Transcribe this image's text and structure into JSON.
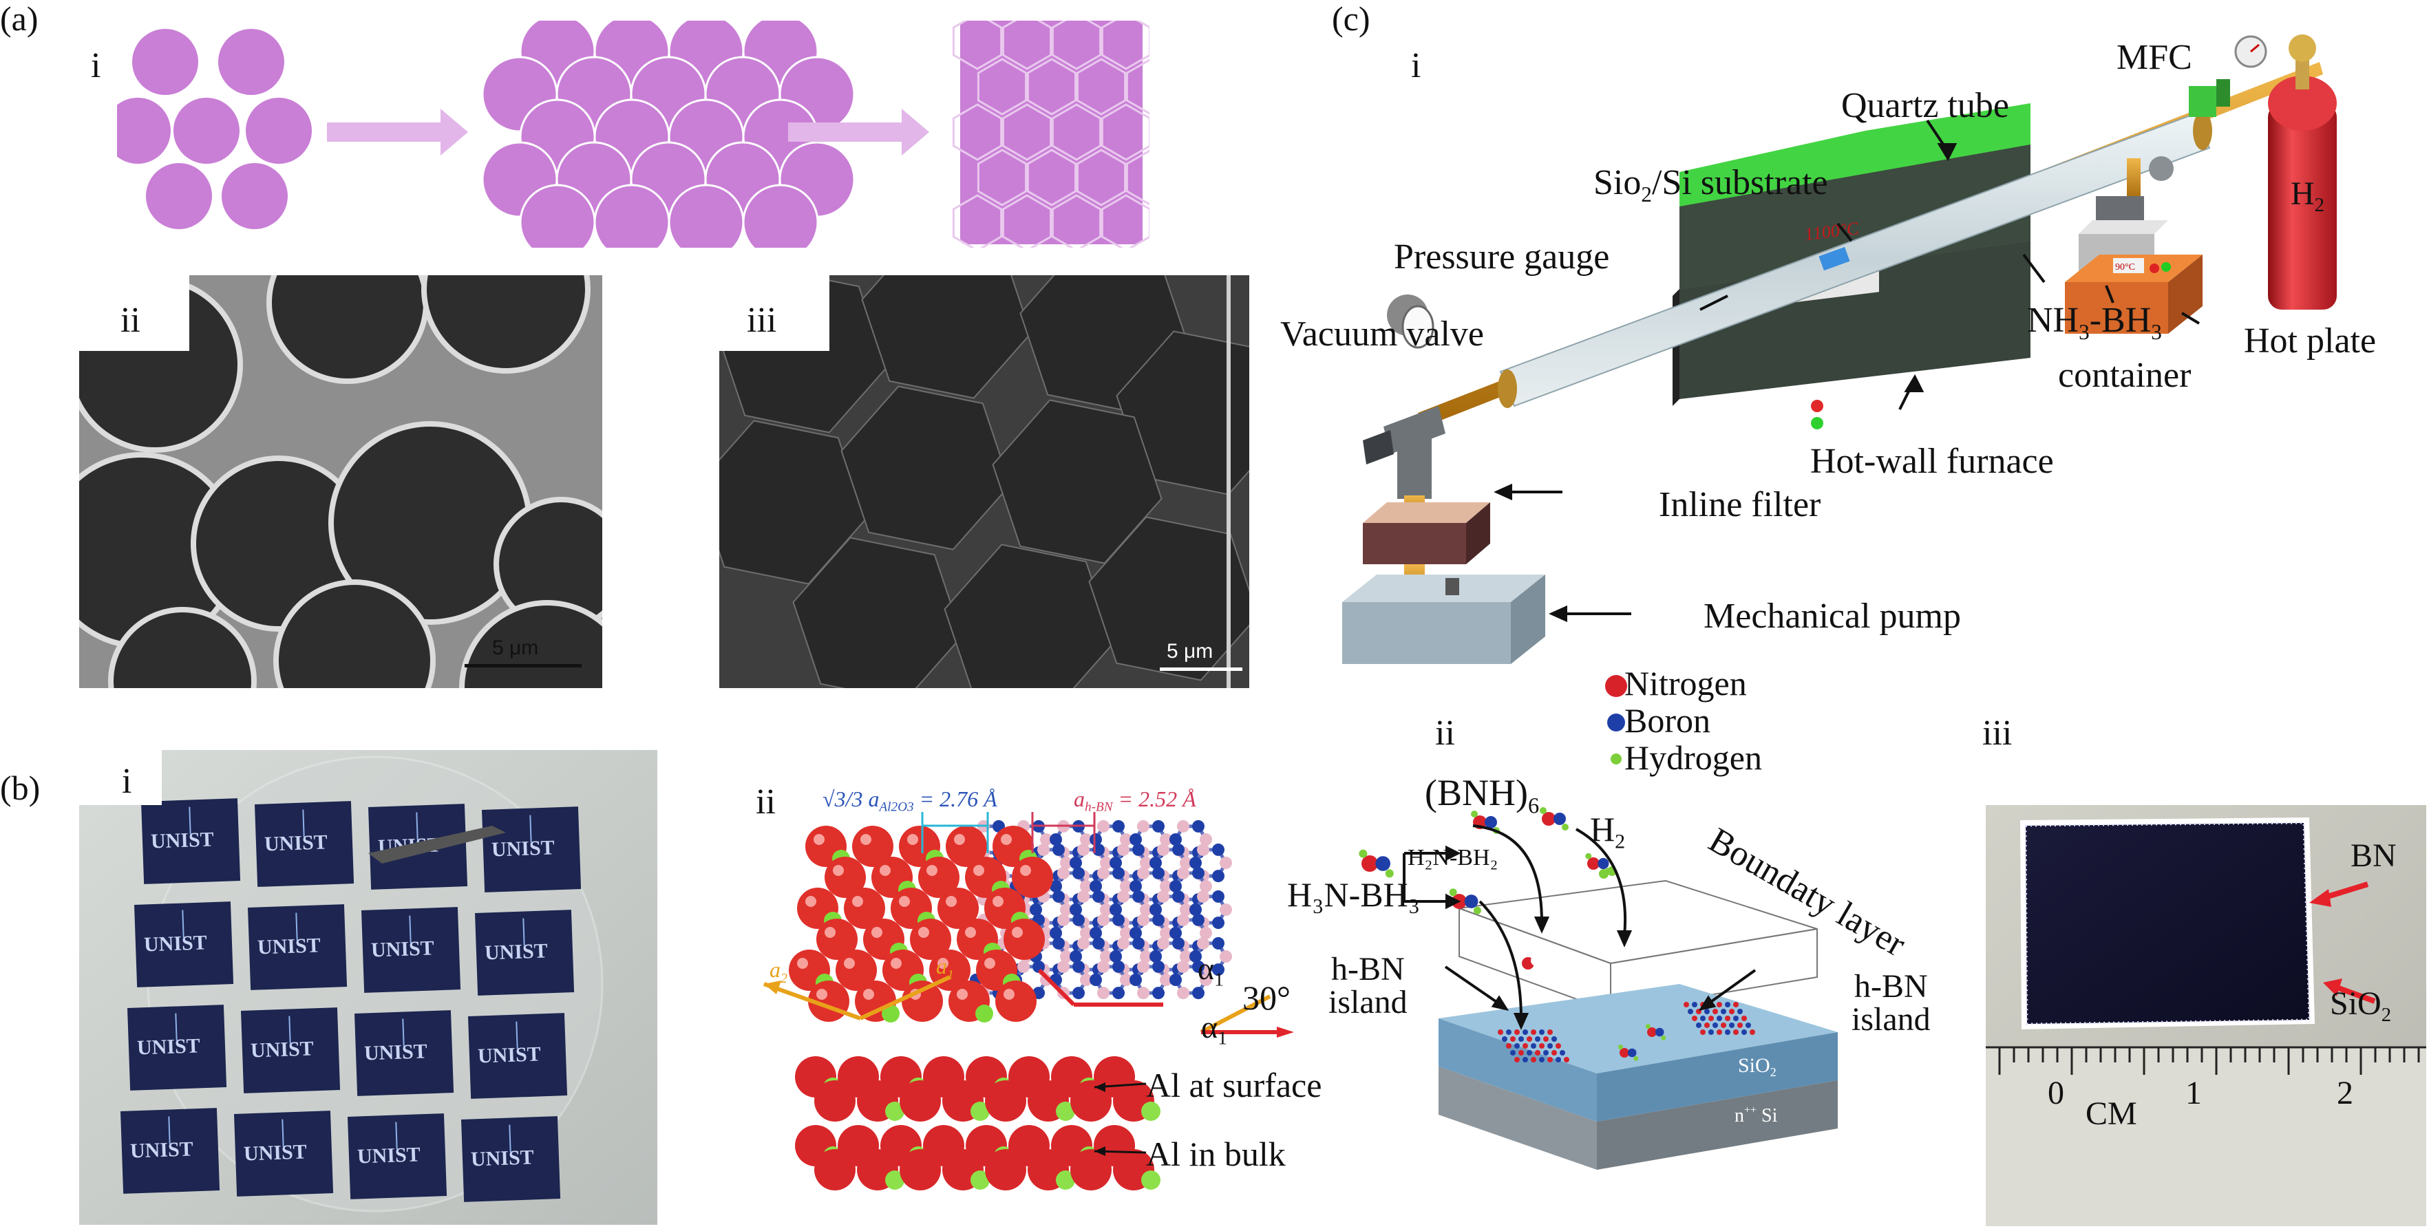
{
  "panels": {
    "a": "(a)",
    "b": "(b)",
    "c": "(c)"
  },
  "sub_labels": {
    "a_i": "i",
    "a_ii": "ii",
    "a_iii": "iii",
    "b_i": "i",
    "b_ii": "ii",
    "c_i": "i",
    "c_ii": "ii",
    "c_iii": "iii"
  },
  "sem": {
    "scale_ii": "5 μm",
    "scale_iii": "5 μm"
  },
  "wafer": {
    "chip_text": "UNIST",
    "rows": 4,
    "cols": 4
  },
  "lattice": {
    "al2o3_spacing": "√3/3 a",
    "al2o3_sub": "Al2O3",
    "al2o3_value": " = 2.76 Å",
    "hbn_spacing": "a",
    "hbn_sub": "h-BN",
    "hbn_value": " = 2.52 Å",
    "a1": "a",
    "a2": "a",
    "alpha": "α",
    "angle": "30°",
    "al_surface": "Al at surface",
    "al_bulk": "Al in bulk"
  },
  "cvd": {
    "mfc": "MFC",
    "quartz_tube": "Quartz tube",
    "substrate_main": "Sio",
    "substrate_sub": "2",
    "substrate_rest": "/Si substrate",
    "pressure_gauge": "Pressure gauge",
    "vacuum_valve": "Vacuum valve",
    "h2_main": "H",
    "h2_sub": "2",
    "precursor_nh": "NH",
    "precursor_3a": "3",
    "precursor_bh": "-BH",
    "precursor_3b": "3",
    "container": "container",
    "hot_plate": "Hot plate",
    "hot_wall_furnace": "Hot-wall furnace",
    "inline_filter": "Inline filter",
    "mechanical_pump": "Mechanical pump",
    "furnace_display": "1100°C",
    "plate_display": "90°C"
  },
  "legend": {
    "nitrogen": "Nitrogen",
    "boron": "Boron",
    "hydrogen": "Hydrogen",
    "nitrogen_color": "#d8222a",
    "boron_color": "#1f3fa8",
    "hydrogen_color": "#7dcf3a"
  },
  "growth": {
    "borazine": "(BNH)",
    "borazine_sub": "6",
    "h2": "H",
    "h2_sub": "2",
    "ammonia_borane": "H₃N-BH₃",
    "aminoborane": "H₂N-BH₂",
    "boundary_layer": "Boundaty layer",
    "hbn_left_1": "h-BN",
    "hbn_left_2": "island",
    "hbn_right_1": "h-BN",
    "hbn_right_2": "island",
    "sio2": "SiO",
    "sio2_sub": "2",
    "si": "n",
    "si_sup": "++",
    "si_rest": " Si"
  },
  "photo_c3": {
    "bn": "BN",
    "sio2": "SiO",
    "sio2_sub": "2",
    "ruler_0": "0",
    "ruler_1": "1",
    "ruler_2": "2",
    "ruler_unit": "CM"
  },
  "colors": {
    "grain": "#c97fd6",
    "arrow": "#d9a6e0",
    "sem_dark": "#2d2d2d",
    "tube_orange": "#c98a1c",
    "furnace_green": "#3fcf3f",
    "furnace_dark": "#3d4a3f",
    "cylinder_red": "#d9242c",
    "sio2_blue": "#7fa9c9",
    "si_gray": "#9aa3aa"
  }
}
